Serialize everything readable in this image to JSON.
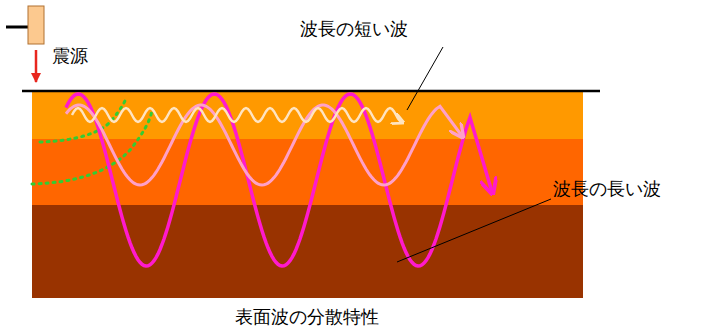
{
  "diagram": {
    "caption": "表面波の分散特性",
    "labels": [
      "震源",
      "波長の短い波",
      "波長の長い波"
    ]
  }
}
